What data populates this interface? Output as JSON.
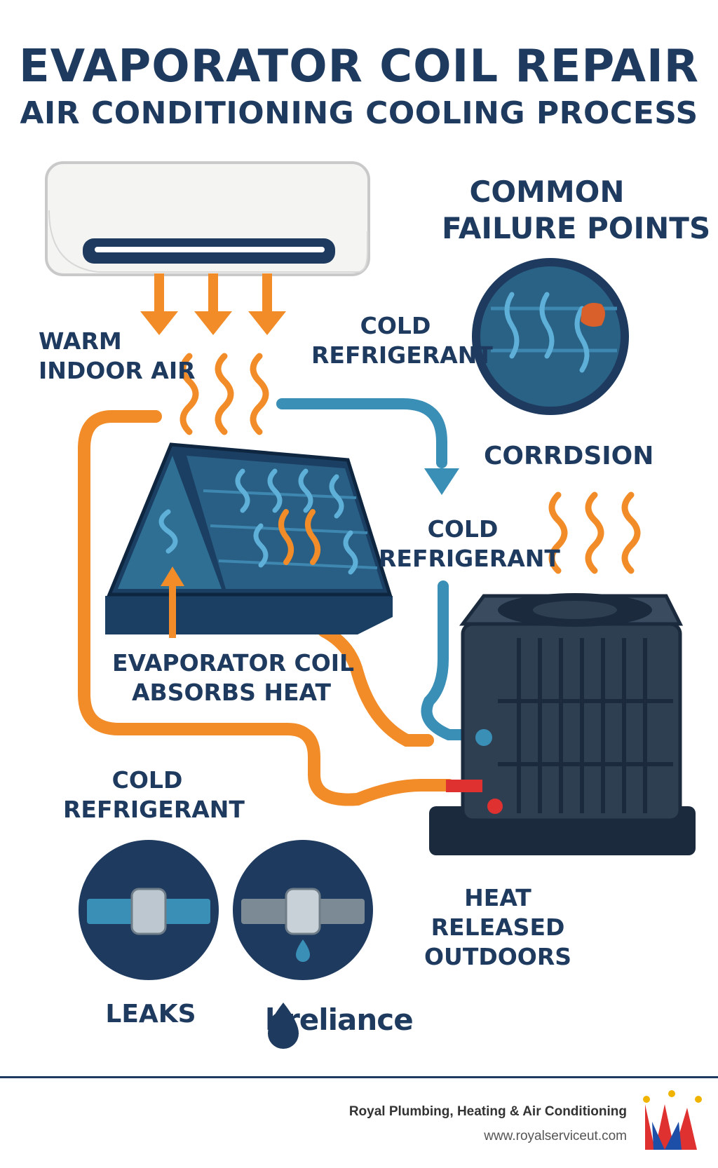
{
  "title": "EVAPORATOR COIL REPAIR",
  "subtitle": "AIR CONDITIONING COOLING PROCESS",
  "labels": {
    "warm_air": [
      "WARM",
      "INDOOR AIR"
    ],
    "cold_refrigerant_top": [
      "COLD",
      "REFRIGERANT"
    ],
    "cold_refrigerant_mid": [
      "COLD",
      "REFRIGERANT"
    ],
    "cold_refrigerant_bottom": [
      "COLD",
      "REFRIGERANT"
    ],
    "evaporator": [
      "EVAPORATOR COIL",
      "ABSORBS HEAT"
    ],
    "heat_released": [
      "HEAT",
      "RELEASED",
      "OUTDOORS"
    ]
  },
  "failure_points": {
    "heading": [
      "COMMON",
      "FAILURE POINTS"
    ],
    "corrosion": "CORRDSION",
    "leaks": "LEAKS"
  },
  "brand": "breliance",
  "footer": {
    "company": "Royal Plumbing, Heating & Air Conditioning",
    "website": "www.royalserviceut.com"
  },
  "colors": {
    "navy": "#1e3a5f",
    "orange": "#f28c28",
    "blue": "#3a8fb7",
    "red": "#e03131"
  }
}
